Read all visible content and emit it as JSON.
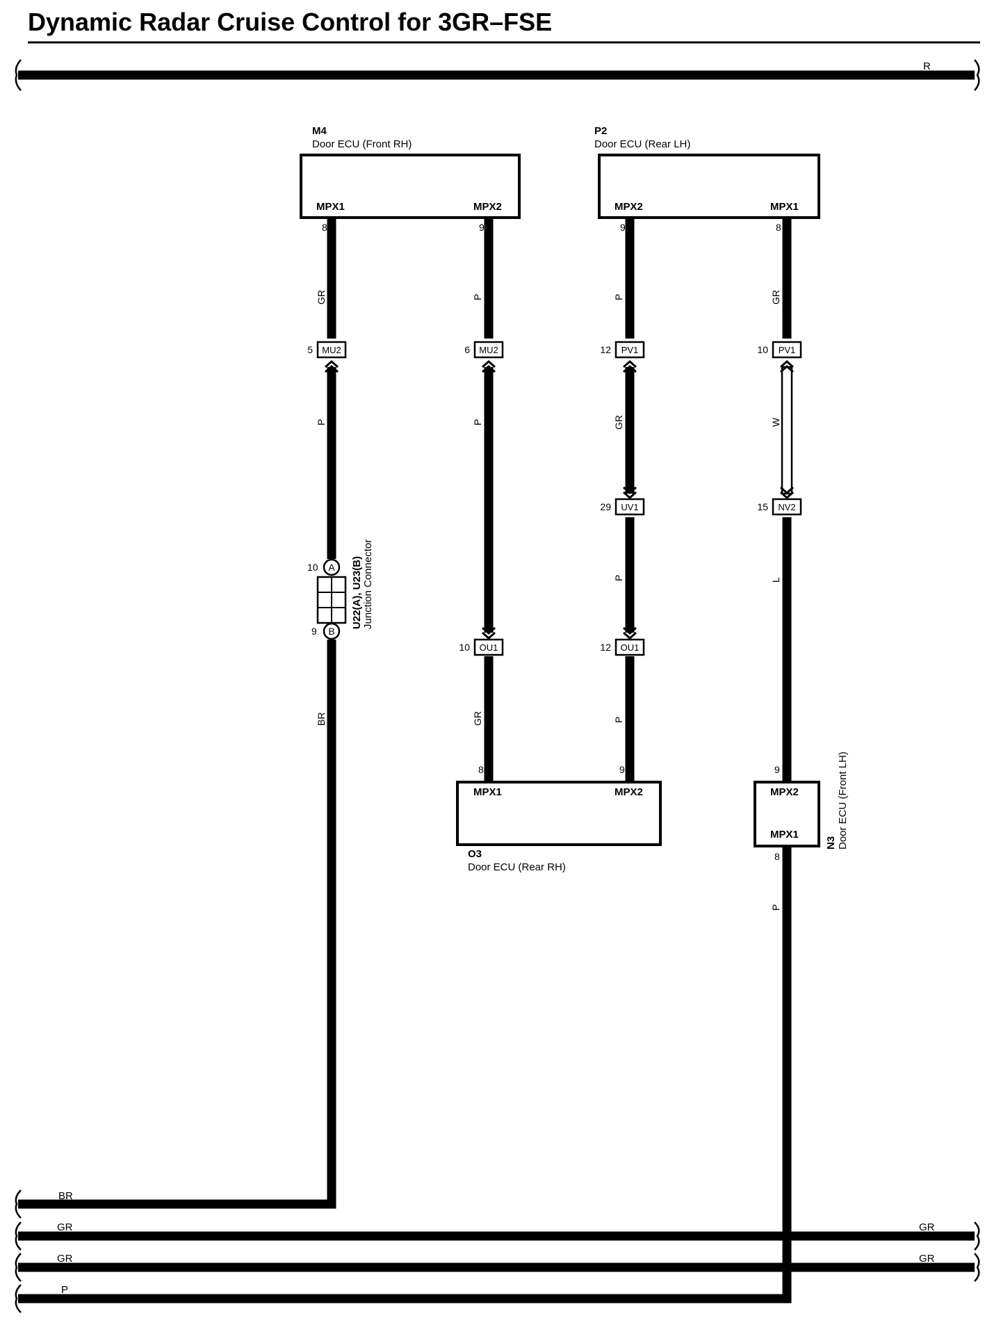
{
  "title": "Dynamic Radar Cruise Control for 3GR–FSE",
  "buses": {
    "top": "R",
    "br": "BR",
    "gr1_left": "GR",
    "gr1_right": "GR",
    "gr2_left": "GR",
    "gr2_right": "GR",
    "p": "P"
  },
  "components": {
    "m4": {
      "code": "M4",
      "name": "Door ECU (Front RH)",
      "pin_left": "MPX1",
      "pin_right": "MPX2",
      "pin_left_num": "8",
      "pin_right_num": "9"
    },
    "p2": {
      "code": "P2",
      "name": "Door ECU (Rear LH)",
      "pin_left": "MPX2",
      "pin_right": "MPX1",
      "pin_left_num": "9",
      "pin_right_num": "8"
    },
    "o3": {
      "code": "O3",
      "name": "Door ECU (Rear RH)",
      "pin_left": "MPX1",
      "pin_right": "MPX2",
      "pin_left_num": "8",
      "pin_right_num": "9"
    },
    "n3": {
      "code": "N3",
      "name": "Door ECU (Front LH)",
      "pin_top": "MPX2",
      "pin_bottom": "MPX1",
      "pin_top_num": "9",
      "pin_bottom_num": "8"
    }
  },
  "junction": {
    "code": "U22(A), U23(B)",
    "name": "Junction Connector",
    "pin_a_label": "A",
    "pin_b_label": "B",
    "pin_a_num": "10",
    "pin_b_num": "9"
  },
  "connectors": {
    "mu2_a": {
      "name": "MU2",
      "pin": "5"
    },
    "mu2_b": {
      "name": "MU2",
      "pin": "6"
    },
    "pv1_a": {
      "name": "PV1",
      "pin": "12"
    },
    "pv1_b": {
      "name": "PV1",
      "pin": "10"
    },
    "uv1": {
      "name": "UV1",
      "pin": "29"
    },
    "nv2": {
      "name": "NV2",
      "pin": "15"
    },
    "ou1_a": {
      "name": "OU1",
      "pin": "10"
    },
    "ou1_b": {
      "name": "OU1",
      "pin": "12"
    }
  },
  "wire_colors": {
    "a1": "GR",
    "a2": "P",
    "a3": "BR",
    "b1": "P",
    "b2": "P",
    "b3": "GR",
    "c1": "P",
    "c2": "GR",
    "c3": "P",
    "c4": "P",
    "d1": "GR",
    "d2": "W",
    "d3": "L",
    "d4": "P"
  }
}
